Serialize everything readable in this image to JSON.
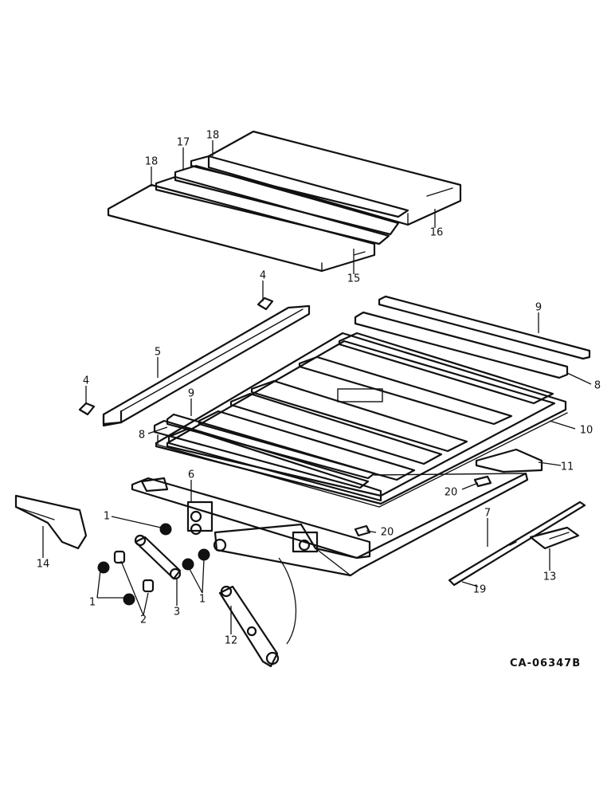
{
  "drawing_code": "CA-06347B",
  "callouts": [
    {
      "id": "c1a",
      "label": "1"
    },
    {
      "id": "c1b",
      "label": "1"
    },
    {
      "id": "c1c",
      "label": "1"
    },
    {
      "id": "c2",
      "label": "2"
    },
    {
      "id": "c3",
      "label": "3"
    },
    {
      "id": "c4a",
      "label": "4"
    },
    {
      "id": "c4b",
      "label": "4"
    },
    {
      "id": "c5",
      "label": "5"
    },
    {
      "id": "c6",
      "label": "6"
    },
    {
      "id": "c7",
      "label": "7"
    },
    {
      "id": "c8a",
      "label": "8"
    },
    {
      "id": "c8b",
      "label": "8"
    },
    {
      "id": "c9a",
      "label": "9"
    },
    {
      "id": "c9b",
      "label": "9"
    },
    {
      "id": "c10",
      "label": "10"
    },
    {
      "id": "c11",
      "label": "11"
    },
    {
      "id": "c12",
      "label": "12"
    },
    {
      "id": "c13",
      "label": "13"
    },
    {
      "id": "c14",
      "label": "14"
    },
    {
      "id": "c15",
      "label": "15"
    },
    {
      "id": "c16",
      "label": "16"
    },
    {
      "id": "c17",
      "label": "17"
    },
    {
      "id": "c18a",
      "label": "18"
    },
    {
      "id": "c18b",
      "label": "18"
    },
    {
      "id": "c19",
      "label": "19"
    },
    {
      "id": "c20a",
      "label": "20"
    },
    {
      "id": "c20b",
      "label": "20"
    }
  ]
}
